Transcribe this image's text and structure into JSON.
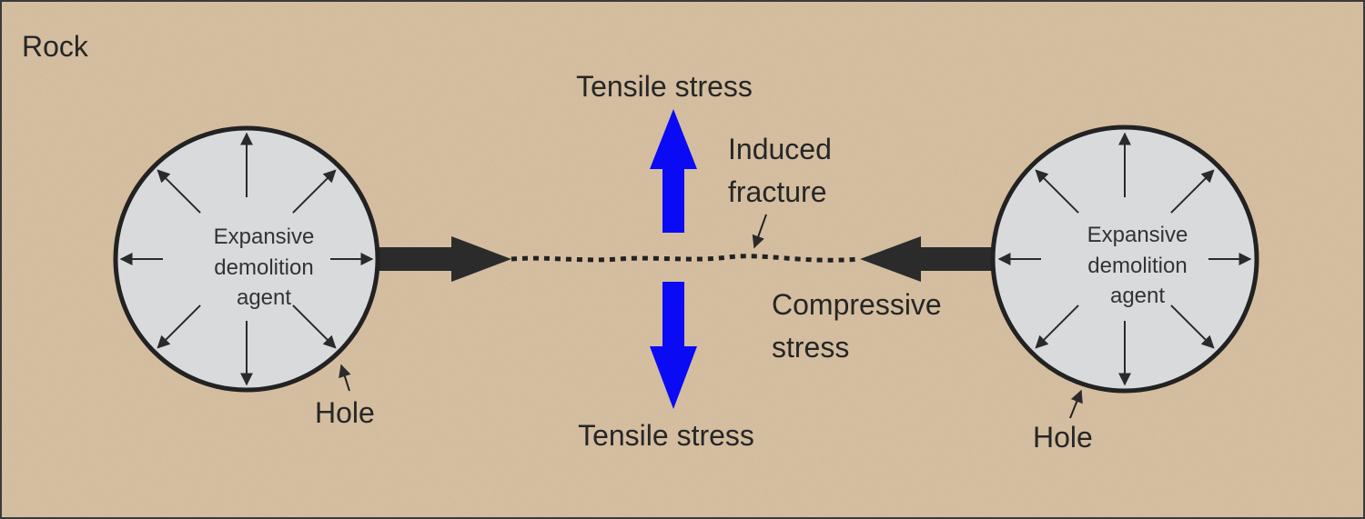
{
  "labels": {
    "rock": "Rock",
    "tensile_top": "Tensile stress",
    "tensile_bottom": "Tensile stress",
    "induced_fracture": [
      "Induced",
      "fracture"
    ],
    "compressive_stress": [
      "Compressive",
      "stress"
    ],
    "hole_left": "Hole",
    "hole_right": "Hole"
  },
  "holes": [
    {
      "agent_lines": [
        "Expansive",
        "demolition",
        "agent"
      ]
    },
    {
      "agent_lines": [
        "Expansive",
        "demolition",
        "agent"
      ]
    }
  ],
  "colors": {
    "rock": "#d6bfa1",
    "hole_fill": "#d9dadc",
    "tensile_arrow": "#0a0af5",
    "compressive_arrow": "#2b2b2b"
  }
}
